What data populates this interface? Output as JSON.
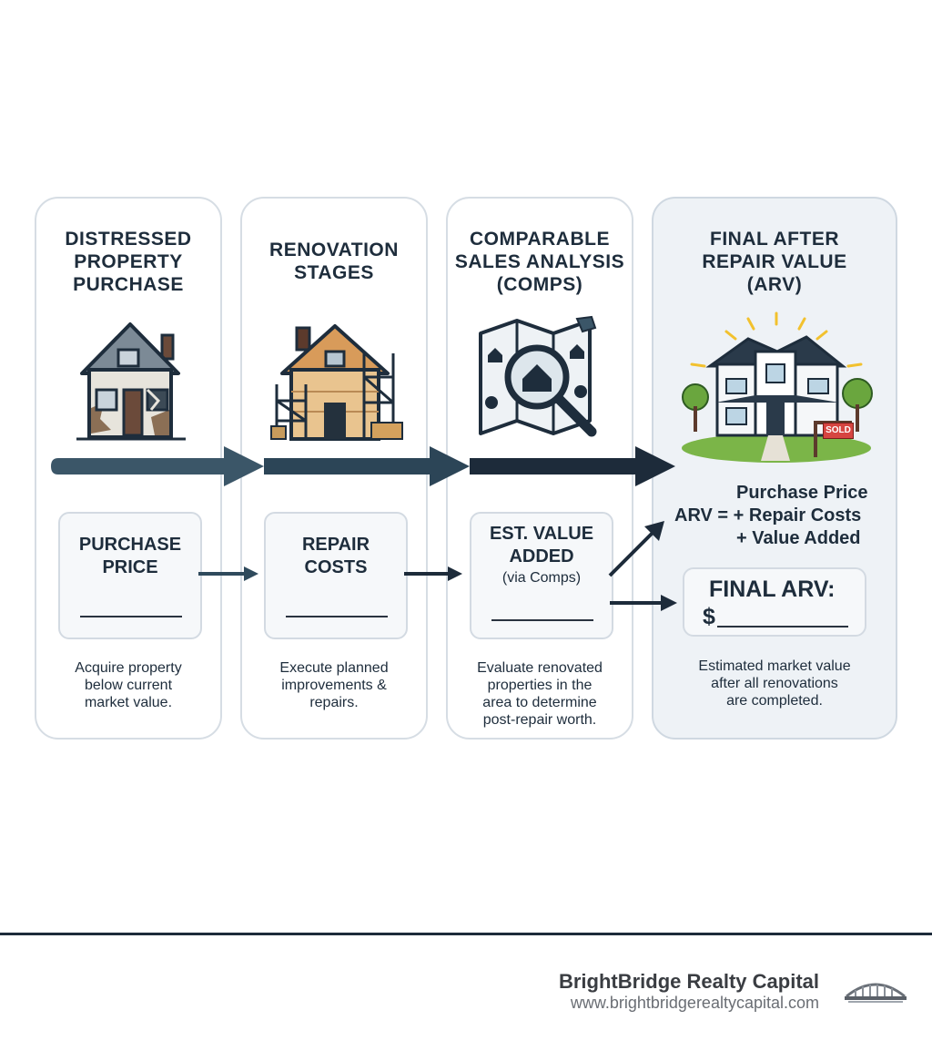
{
  "stages": [
    {
      "title_lines": [
        "DISTRESSED",
        "PROPERTY",
        "PURCHASE"
      ],
      "icon": "distressed-house-icon",
      "input_label_lines": [
        "PURCHASE",
        "PRICE"
      ],
      "description_lines": [
        "Acquire property",
        "below current",
        "market value."
      ]
    },
    {
      "title_lines": [
        "RENOVATION",
        "STAGES"
      ],
      "icon": "renovation-scaffold-house-icon",
      "input_label_lines": [
        "REPAIR",
        "COSTS"
      ],
      "description_lines": [
        "Execute planned",
        "improvements &",
        "repairs."
      ]
    },
    {
      "title_lines": [
        "COMPARABLE",
        "SALES ANALYSIS",
        "(COMPS)"
      ],
      "icon": "map-magnifier-icon",
      "input_label_lines": [
        "EST. VALUE",
        "ADDED"
      ],
      "input_sublabel": "(via Comps)",
      "description_lines": [
        "Evaluate renovated",
        "properties in the",
        "area to determine",
        "post-repair worth."
      ]
    },
    {
      "title_lines": [
        "FINAL AFTER",
        "REPAIR VALUE",
        "(ARV)"
      ],
      "icon": "sold-house-icon",
      "sold_sign": "SOLD",
      "formula_lines": [
        "Purchase Price",
        "ARV = + Repair Costs",
        "+ Value Added"
      ],
      "final_label": "FINAL ARV:",
      "final_currency": "$",
      "description_lines": [
        "Estimated market value",
        "after all renovations",
        "are completed."
      ]
    }
  ],
  "brand": {
    "name": "BrightBridge Realty Capital",
    "url": "www.brightbridgerealtycapital.com",
    "logo_icon": "bridge-logo-icon"
  },
  "colors": {
    "navy": "#1d2b3a",
    "slate": "#3b5668",
    "card_border": "#d6dde4",
    "final_card_bg": "#eef2f6"
  }
}
